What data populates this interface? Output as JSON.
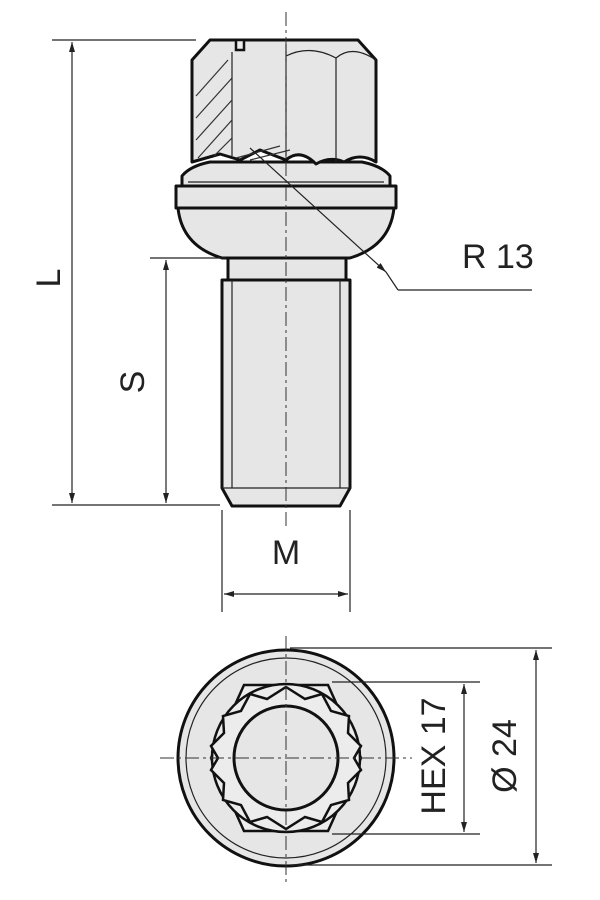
{
  "labels": {
    "length": "L",
    "shank": "S",
    "thread": "M",
    "radius": "R 13",
    "hex": "HEX 17",
    "diameter": "Ø 24"
  },
  "colors": {
    "line": "#111111",
    "fill": "#e6e6e6",
    "background": "#ffffff"
  }
}
